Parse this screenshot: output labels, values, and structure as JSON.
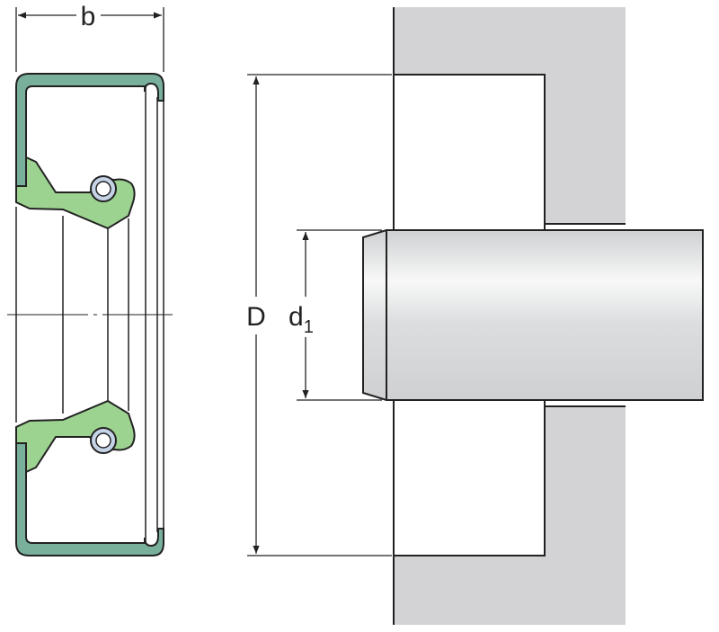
{
  "labels": {
    "width": "b",
    "outer_diameter": "D",
    "shaft_diameter_main": "d",
    "shaft_diameter_sub": "1"
  },
  "colors": {
    "case": "#78b09c",
    "rubber": "#9dd390",
    "spring": "#c5d3e6",
    "housing": "#d3d3d5",
    "line": "#222222"
  }
}
